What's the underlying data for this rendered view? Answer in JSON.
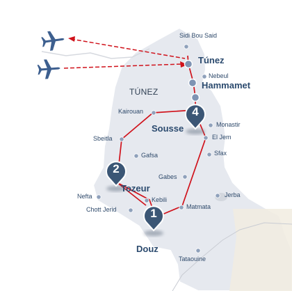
{
  "country_label": "TÚNEZ",
  "cities": {
    "sidi_bou_said": "Sidi Bou Said",
    "tunez": "Túnez",
    "nebeul": "Nebeul",
    "hammamet": "Hammamet",
    "kairouan": "Kairouan",
    "sousse": "Sousse",
    "monastir": "Monastir",
    "el_jem": "El Jem",
    "sfax": "Sfax",
    "sbeitla": "Sbeitla",
    "gafsa": "Gafsa",
    "gabes": "Gabes",
    "tozeur": "Tozeur",
    "nefta": "Nefta",
    "kebili": "Kebili",
    "chott_jerid": "Chott Jerid",
    "matmata": "Matmata",
    "jerba": "Jerba",
    "douz": "Douz",
    "tataouine": "Tataouine"
  },
  "markers": {
    "one": "1",
    "two": "2",
    "four": "4"
  },
  "colors": {
    "route": "#d0121b",
    "flight": "#d0121b",
    "plane": "#3d5f8f",
    "marker": "#3b5675",
    "land": "#e6e9ef",
    "label": "#2f4a6b"
  },
  "icons": {
    "plane": "airplane-icon",
    "marker": "map-pin-icon"
  }
}
